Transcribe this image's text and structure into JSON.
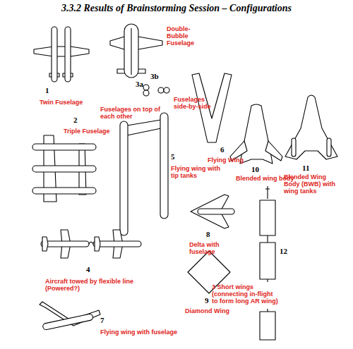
{
  "diagram": {
    "title": "3.3.2 Results of Brainstorming Session – Configurations",
    "labels": [
      "1",
      "Twin Fuselage",
      "Double-Bubble Fuselage",
      "3b",
      "3a",
      "Fuselages side-by-side",
      "Fuselages on top of each other",
      "2",
      "Triple Fuselage",
      "5",
      "Flying wing with tip tanks",
      "6",
      "Flying Wing",
      "10",
      "Blended wing body",
      "11",
      "Blended Wing Body (BWB) with wing tanks",
      "8",
      "Delta with fuselage",
      "4",
      "Aircraft towed by flexible line (Powered?)",
      "9",
      "Diamond Wing",
      "12",
      "3 Short wings (connecting in-flight to form long AR wing)",
      "7",
      "Flying wing with fuselage"
    ]
  }
}
